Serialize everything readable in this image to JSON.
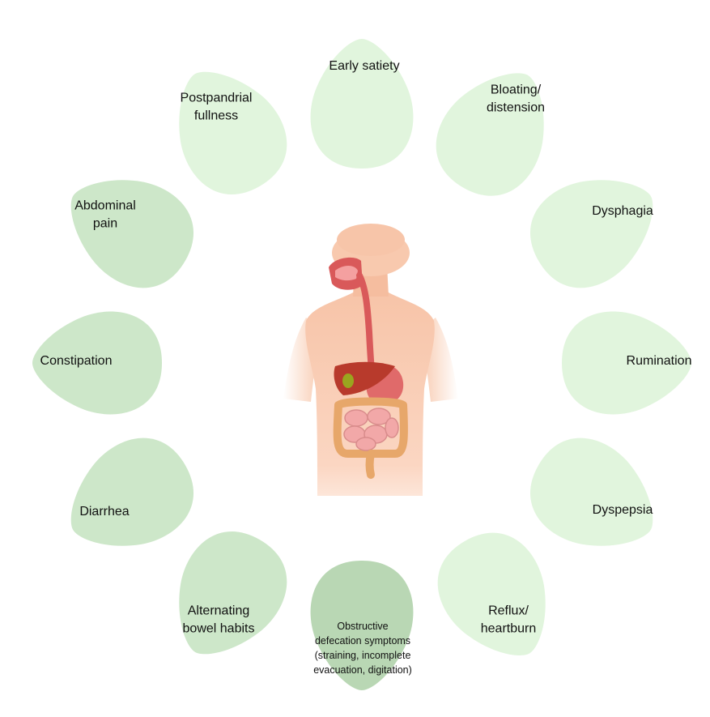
{
  "petals": [
    {
      "id": "early-satiety",
      "label": "Early satiety",
      "color": "#e1f5dd"
    },
    {
      "id": "bloating",
      "label": "Bloating/\ndistension",
      "color": "#e1f5dd"
    },
    {
      "id": "dysphagia",
      "label": "Dysphagia",
      "color": "#e1f5dd"
    },
    {
      "id": "rumination",
      "label": "Rumination",
      "color": "#e1f5dd"
    },
    {
      "id": "dyspepsia",
      "label": "Dyspepsia",
      "color": "#e1f5dd"
    },
    {
      "id": "reflux",
      "label": "Reflux/\nheartburn",
      "color": "#e1f5dd"
    },
    {
      "id": "obstructive-defecation",
      "label": "Obstructive\ndefecation symptoms\n(straining, incomplete\nevacuation, digitation)",
      "color": "#b9d7b4"
    },
    {
      "id": "alternating-bowel",
      "label": "Alternating\nbowel habits",
      "color": "#cde7c9"
    },
    {
      "id": "diarrhea",
      "label": "Diarrhea",
      "color": "#cde7c9"
    },
    {
      "id": "constipation",
      "label": "Constipation",
      "color": "#cde7c9"
    },
    {
      "id": "abdominal-pain",
      "label": "Abdominal\npain",
      "color": "#cde7c9"
    },
    {
      "id": "postprandial-fullness",
      "label": "Postpandrial\nfullness",
      "color": "#e1f5dd"
    }
  ],
  "colors": {
    "skin": "#f8c9ae",
    "skin_light": "#fde3d3",
    "liver": "#b83a2c",
    "stomach": "#e06a6a",
    "small_intestine": "#f2a8a8",
    "large_intestine": "#e7a76a",
    "esophagus": "#d9595a",
    "gallbladder": "#9aa51f"
  }
}
